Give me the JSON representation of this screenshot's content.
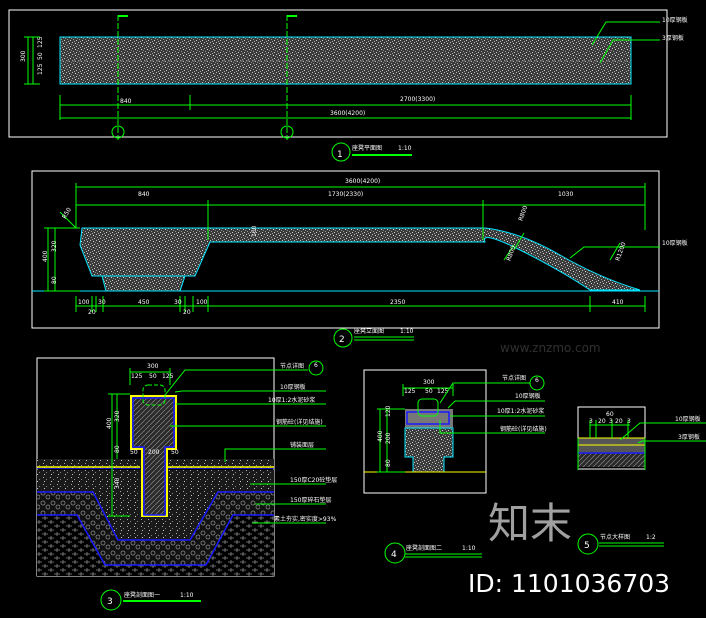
{
  "colors": {
    "background": "#000000",
    "dimension": "#00ff00",
    "outline": "#00e5ff",
    "frame": "#ffffff",
    "layer": "#1a1aff",
    "highlight": "#ffff00"
  },
  "plan": {
    "title": "座凳平面图",
    "scale": "1:10",
    "number": "1",
    "dims": {
      "d840": "840",
      "d2700": "2700(3300)",
      "total": "3600(4200)",
      "w300": "300",
      "w125a": "125",
      "w50": "50",
      "w125b": "125"
    },
    "notes": [
      "10厚钢板",
      "3厚钢板"
    ],
    "section_marks": [
      "1",
      "2"
    ]
  },
  "elevation": {
    "title": "座凳立面图",
    "scale": "1:10",
    "number": "2",
    "dims": {
      "total": "3600(4200)",
      "d840": "840",
      "d1730": "1730(2330)",
      "d1030": "1030",
      "h400": "400",
      "h320": "320",
      "h80": "80",
      "h100": "100",
      "b100": "100",
      "b20": "20",
      "b30": "30",
      "b450": "450",
      "b30b": "30",
      "b20b": "20",
      "b100b": "100",
      "b2350": "2350",
      "b410": "410",
      "r1": "R50",
      "r2": "R800",
      "r3": "R800",
      "r4": "R1200"
    },
    "notes": [
      "10厚钢板"
    ]
  },
  "section1": {
    "title": "座凳剖面图一",
    "scale": "1:10",
    "number": "3",
    "dims": {
      "w300": "300",
      "w125a": "125",
      "w50": "50",
      "w125b": "125",
      "h400": "400",
      "h320": "320",
      "h80": "80",
      "h340": "340",
      "b50a": "50",
      "b200": "200",
      "b50b": "50"
    },
    "detail_ref": "6",
    "notes": [
      "节点详图",
      "10厚钢板",
      "10厚1:2水泥砂浆",
      "钢筋砼(详见结施)",
      "铺装面层",
      "150厚C20砼垫层",
      "150厚碎石垫层",
      "素土夯实,密实度>93%"
    ]
  },
  "section2": {
    "title": "座凳剖面图二",
    "scale": "1:10",
    "number": "4",
    "dims": {
      "w300": "300",
      "w125a": "125",
      "w50": "50",
      "w125b": "125",
      "h400": "400",
      "h120": "120",
      "h200": "200",
      "h80": "80"
    },
    "detail_ref": "6",
    "notes": [
      "节点详图",
      "10厚钢板",
      "10厚1:2水泥砂浆",
      "钢筋砼(详见结施)"
    ]
  },
  "detail": {
    "title": "节点大样图",
    "scale": "1:2",
    "number": "5",
    "dims": {
      "w60": "60",
      "a3": "3",
      "a20": "20",
      "a3b": "3",
      "a20b": "20",
      "a3c": "3"
    },
    "notes": [
      "10厚钢板",
      "3厚钢板"
    ]
  },
  "watermark": {
    "logo": "知末",
    "id": "ID: 1101036703",
    "site": "www.znzmo.com"
  }
}
